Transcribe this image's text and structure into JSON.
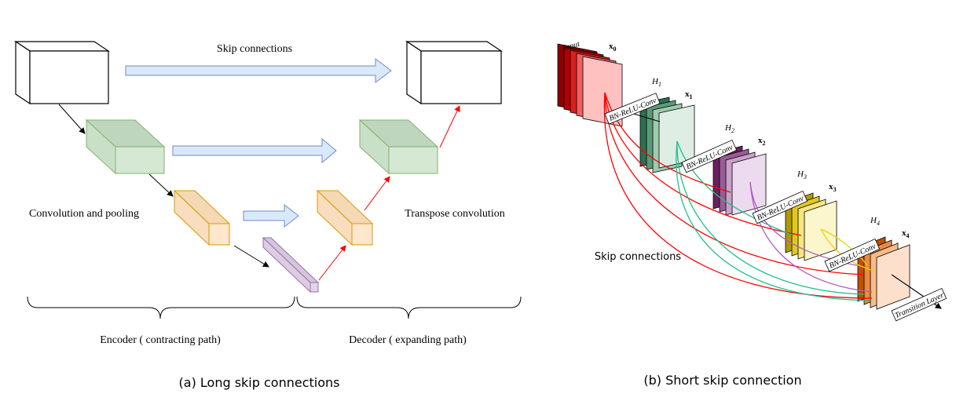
{
  "panel_a": {
    "skip_label": "Skip connections",
    "left_label": "Convolution and pooling",
    "right_label": "Transpose convolution",
    "encoder_label": "Encoder ( contracting path)",
    "decoder_label": "Decoder ( expanding path)",
    "caption": "(a) Long skip connections"
  },
  "panel_b": {
    "input_label": "Input",
    "x_labels": [
      "x",
      "x",
      "x",
      "x",
      "x"
    ],
    "x_subs": [
      "0",
      "1",
      "2",
      "3",
      "4"
    ],
    "h_labels": [
      "H",
      "H",
      "H",
      "H"
    ],
    "h_subs": [
      "1",
      "2",
      "3",
      "4"
    ],
    "bn_labels": [
      "BN-ReLU-Conv",
      "BN-ReLU-Conv",
      "BN-ReLU-Conv",
      "BN-ReLU-Conv"
    ],
    "transition_label": "Transition Layer",
    "skip_label": "Skip connections",
    "caption": "(b) Short skip connection"
  },
  "colors": {
    "green": "#d5e8d4",
    "green_edge": "#82b366",
    "orange": "#ffe6cc",
    "orange_edge": "#d79b00",
    "purple": "#e1d5e7",
    "purple_edge": "#9673a6",
    "blue": "#dae8fc",
    "blue_edge": "#6c8ebf",
    "red": "#ff0000",
    "teal": "#22c08a",
    "violet": "#b05cc0",
    "gold": "#f0d000"
  }
}
